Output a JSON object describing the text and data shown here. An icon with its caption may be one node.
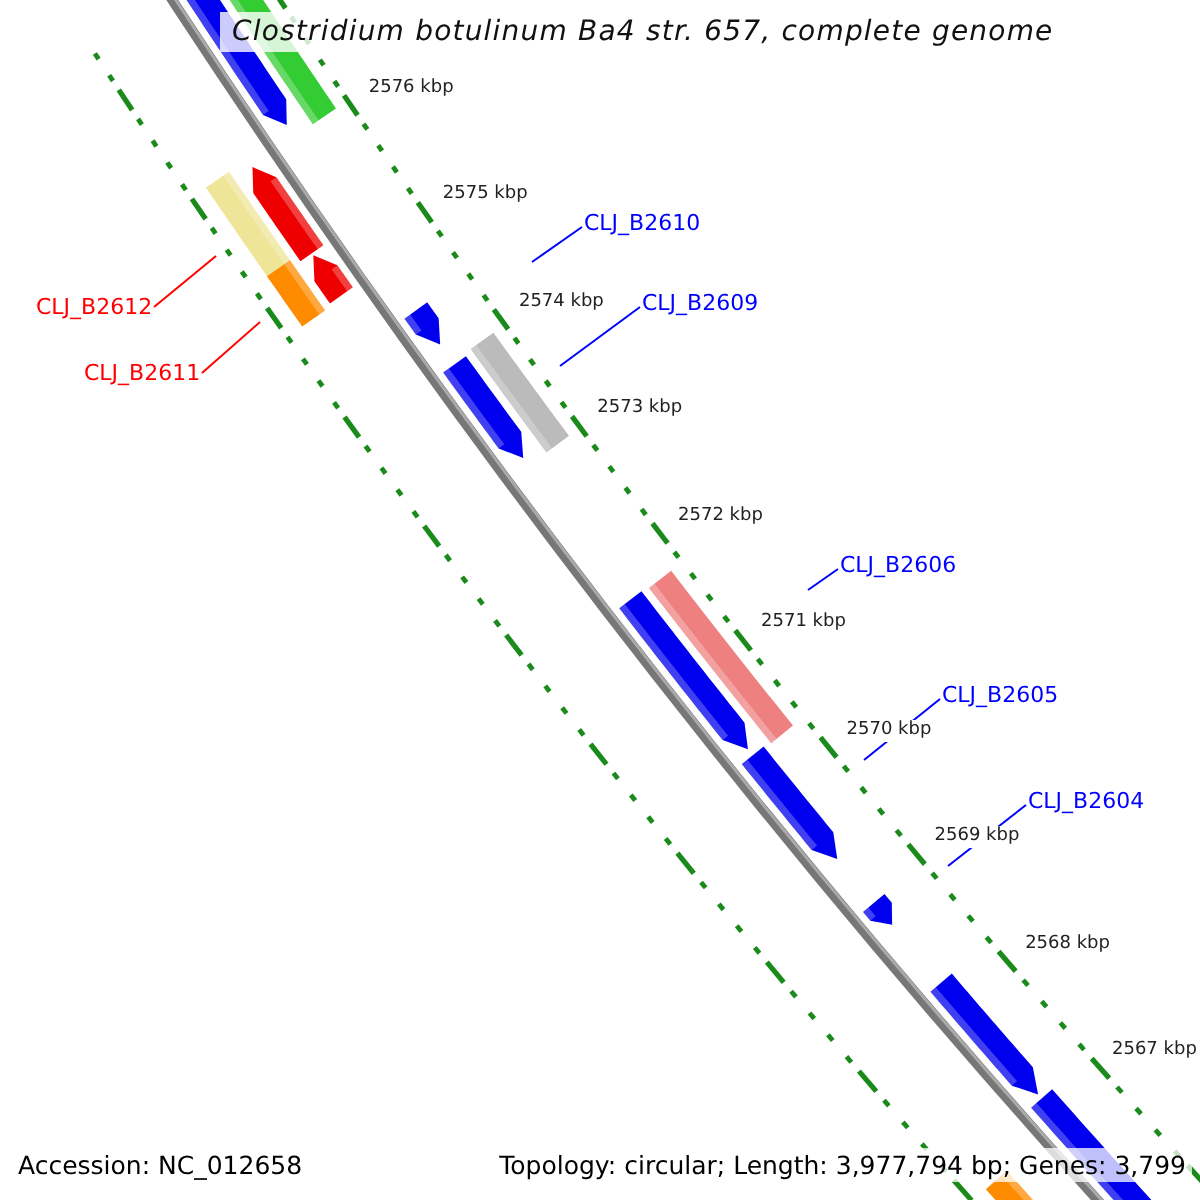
{
  "diagram": {
    "title": "Clostridium botulinum Ba4 str. 657, complete genome",
    "nodes": [
      {
        "text": [
          "CLJ_B2612"
        ]
      },
      {
        "text": [
          "CLJ_B2611"
        ]
      },
      {
        "text": [
          "CLJ_B2610"
        ]
      },
      {
        "text": [
          "CLJ_B2609"
        ]
      },
      {
        "text": [
          "CLJ_B2606"
        ]
      },
      {
        "text": [
          "CLJ_B2605"
        ]
      },
      {
        "text": [
          "CLJ_B2604"
        ]
      }
    ],
    "edges": [
      {
        "from": 0,
        "to": null,
        "arrow": "none",
        "color": "#ff0000"
      },
      {
        "from": 1,
        "to": null,
        "arrow": "none",
        "color": "#ff0000"
      },
      {
        "from": 2,
        "to": null,
        "arrow": "none"
      },
      {
        "from": 3,
        "to": null,
        "arrow": "none"
      },
      {
        "from": 4,
        "to": null,
        "arrow": "none"
      },
      {
        "from": 5,
        "to": null,
        "arrow": "none"
      },
      {
        "from": 6,
        "to": null,
        "arrow": "none"
      }
    ],
    "labels": [
      "2576 kbp",
      "2575 kbp",
      "2574 kbp",
      "2573 kbp",
      "2572 kbp",
      "2571 kbp",
      "2570 kbp",
      "2569 kbp",
      "2568 kbp",
      "2567 kbp",
      "Accession: NC_012658",
      "Topology: circular; Length: 3,977,794 bp; Genes: 3,799"
    ]
  }
}
